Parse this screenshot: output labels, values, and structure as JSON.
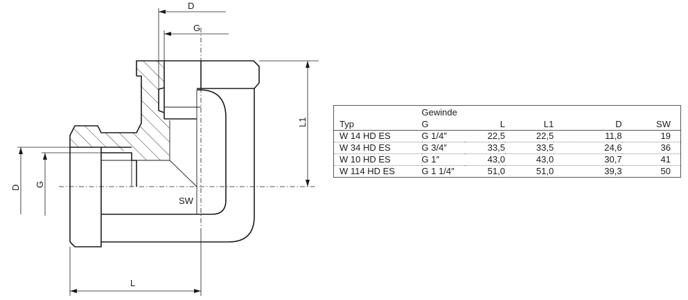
{
  "drawing": {
    "labels": {
      "D": "D",
      "G": "G",
      "L": "L",
      "L1": "L1",
      "SW": "SW"
    }
  },
  "table": {
    "header_group": "Gewinde",
    "columns": [
      "Typ",
      "G",
      "L",
      "L1",
      "D",
      "SW"
    ],
    "rows": [
      [
        "W 14 HD ES",
        "G 1/4″",
        "22,5",
        "22,5",
        "11,8",
        "19"
      ],
      [
        "W 34 HD ES",
        "G 3/4″",
        "33,5",
        "33,5",
        "24,6",
        "36"
      ],
      [
        "W 10 HD ES",
        "G 1″",
        "43,0",
        "43,0",
        "30,7",
        "41"
      ],
      [
        "W 114 HD ES",
        "G 1 1/4″",
        "51,0",
        "51,0",
        "39,3",
        "50"
      ]
    ]
  }
}
